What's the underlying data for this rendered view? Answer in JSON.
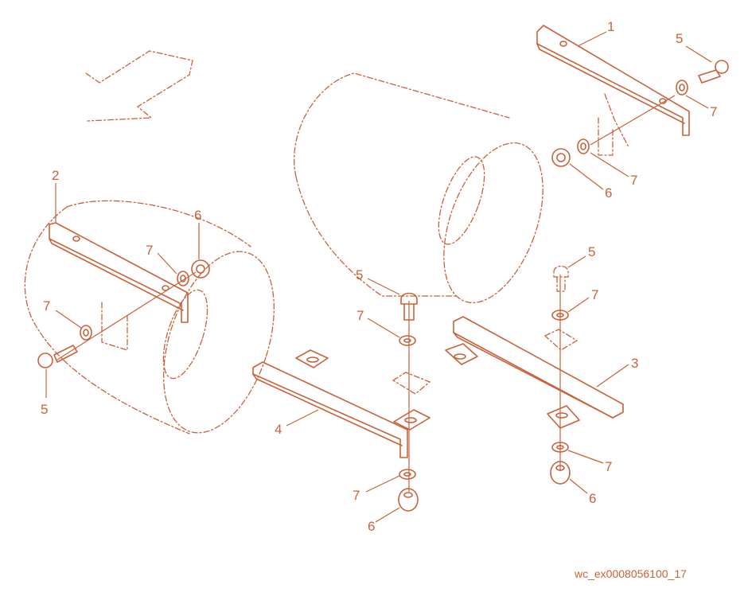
{
  "colors": {
    "line": "#c8623a",
    "background": "#ffffff"
  },
  "callouts": [
    {
      "id": "c1a",
      "label": "1"
    },
    {
      "id": "c5a",
      "label": "5"
    },
    {
      "id": "c7a",
      "label": "7"
    },
    {
      "id": "c7b",
      "label": "7"
    },
    {
      "id": "c6a",
      "label": "6"
    },
    {
      "id": "c2a",
      "label": "2"
    },
    {
      "id": "c6b",
      "label": "6"
    },
    {
      "id": "c7c",
      "label": "7"
    },
    {
      "id": "c7d",
      "label": "7"
    },
    {
      "id": "c5b",
      "label": "5"
    },
    {
      "id": "c5c",
      "label": "5"
    },
    {
      "id": "c7e",
      "label": "7"
    },
    {
      "id": "c4a",
      "label": "4"
    },
    {
      "id": "c7f",
      "label": "7"
    },
    {
      "id": "c6c",
      "label": "6"
    },
    {
      "id": "c5d",
      "label": "5"
    },
    {
      "id": "c7g",
      "label": "7"
    },
    {
      "id": "c3a",
      "label": "3"
    },
    {
      "id": "c7h",
      "label": "7"
    },
    {
      "id": "c6d",
      "label": "6"
    }
  ],
  "reference_code": "wc_ex0008056100_17"
}
